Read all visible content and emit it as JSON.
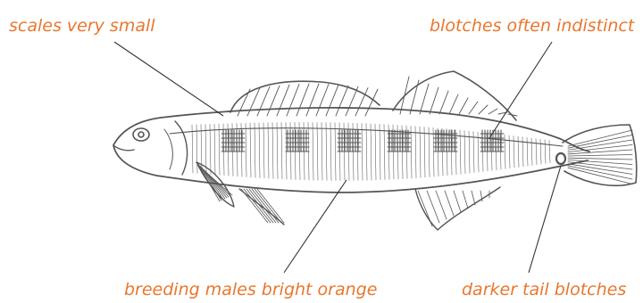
{
  "colors": {
    "label": "#e8772e",
    "ink": "#555555",
    "leader": "#333333",
    "background": "#ffffff"
  },
  "annotations": {
    "scales": "scales very small",
    "blotches": "blotches often indistinct",
    "breeding": "breeding males bright orange",
    "tail": "darker tail blotches"
  }
}
